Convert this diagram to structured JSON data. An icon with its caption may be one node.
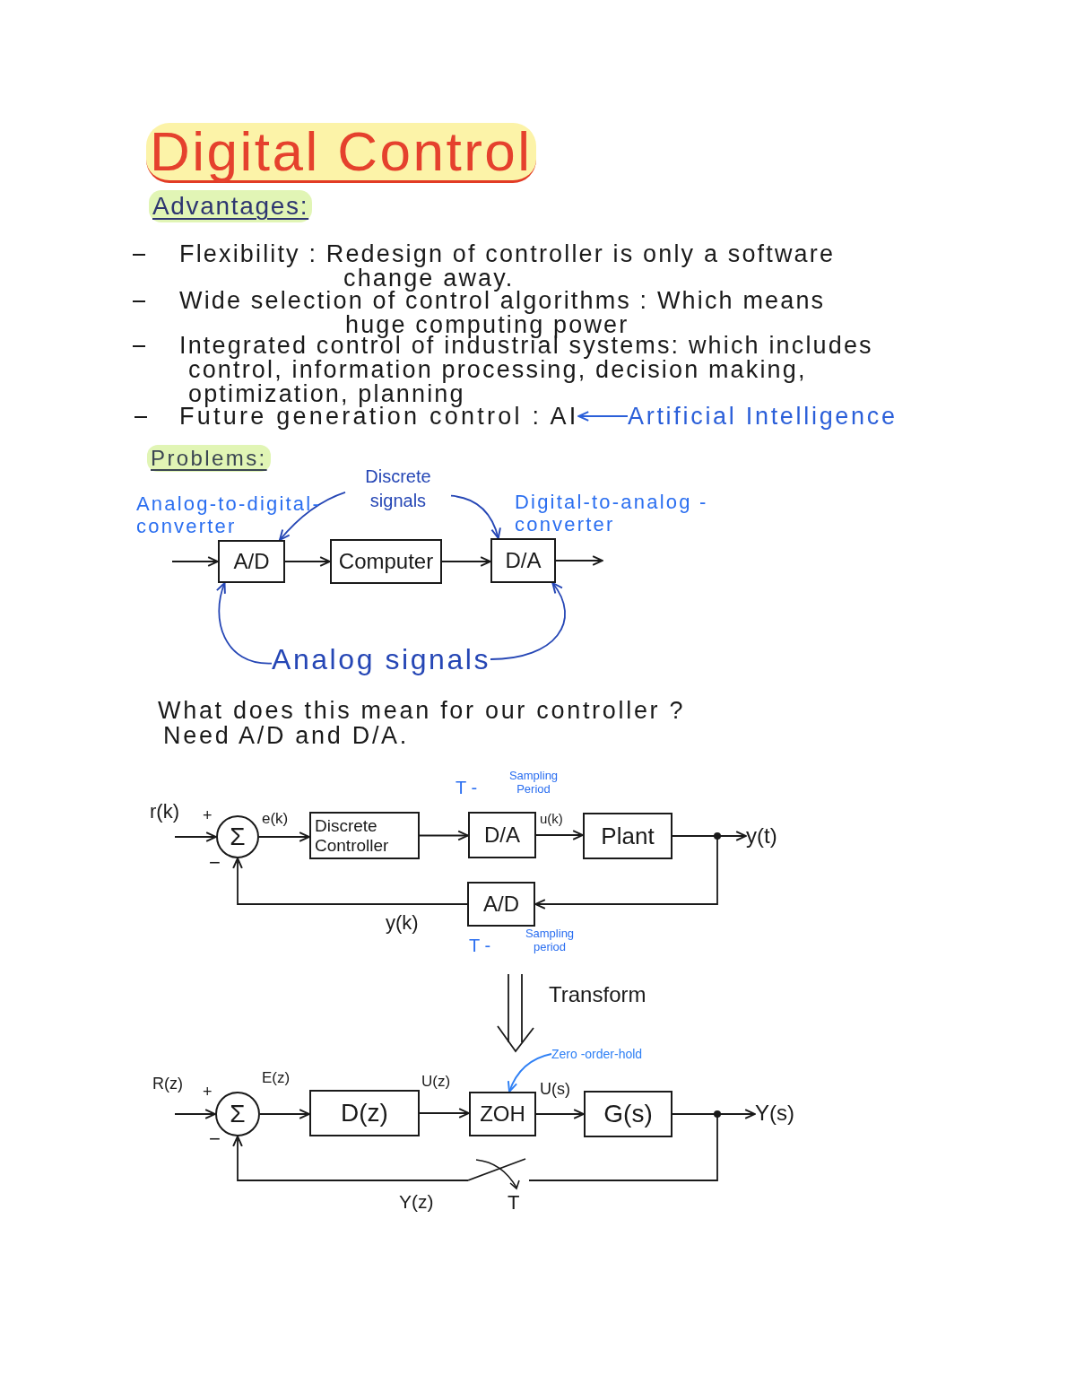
{
  "diagram": {
    "title": "Digital Control",
    "nodes": [
      {
        "text": [
          "Future generation control : AI"
        ]
      },
      {
        "text": [
          "Artificial Intelligence"
        ]
      },
      {
        "text": [
          "Discrete signals"
        ]
      },
      {
        "text": [
          "A/D"
        ],
        "beside": [
          "Analog-to-digital- converter"
        ]
      },
      {
        "text": [
          "Computer"
        ]
      },
      {
        "text": [
          "D/A"
        ],
        "beside": [
          "Digital-to-analog - converter"
        ]
      },
      {
        "text": [
          "Analog signals"
        ]
      },
      {
        "text": [
          "Σ"
        ]
      },
      {
        "text": [
          "Discrete Controller"
        ]
      },
      {
        "text": [
          "D/A"
        ],
        "beside": [
          "T -",
          "Sampling Period"
        ]
      },
      {
        "text": [
          "Plant"
        ]
      },
      {
        "text": [
          "y(t)"
        ]
      },
      {
        "text": [
          "A/D"
        ],
        "beside": [
          "T -",
          "Sampling period"
        ]
      },
      {
        "text": [
          "Zero -order-hold"
        ]
      },
      {
        "text": [
          "Σ"
        ]
      },
      {
        "text": [
          "D(z)"
        ]
      },
      {
        "text": [
          "ZOH"
        ]
      },
      {
        "text": [
          "G(s)"
        ]
      },
      {
        "text": [
          "Y(s)"
        ]
      },
      {
        "text": [],
        "shape": "switch",
        "beside": [
          "T"
        ]
      }
    ],
    "edges": [
      {
        "from": 1,
        "to": 0,
        "arrow": "to",
        "color": "#2b5fd9"
      },
      {
        "from": null,
        "to": 3,
        "arrow": "to"
      },
      {
        "from": 3,
        "to": 4,
        "arrow": "to"
      },
      {
        "from": 4,
        "to": 5,
        "arrow": "to"
      },
      {
        "from": 5,
        "to": null,
        "arrow": "to"
      },
      {
        "from": 2,
        "to": 3,
        "arrow": "to",
        "color": "#2546b5"
      },
      {
        "from": 2,
        "to": 5,
        "arrow": "to",
        "color": "#2546b5"
      },
      {
        "from": 6,
        "to": 3,
        "arrow": "to",
        "color": "#2546b5"
      },
      {
        "from": 6,
        "to": 5,
        "arrow": "to",
        "color": "#2546b5"
      },
      {
        "from": null,
        "to": 7,
        "arrow": "to",
        "label": "r(k)"
      },
      {
        "from": 7,
        "to": 8,
        "arrow": "to",
        "label": "e(k)"
      },
      {
        "from": 8,
        "to": 9,
        "arrow": "to"
      },
      {
        "from": 9,
        "to": 10,
        "arrow": "to",
        "label": "u(k)"
      },
      {
        "from": 10,
        "to": 11,
        "arrow": "to"
      },
      {
        "from": 10,
        "to": 12,
        "arrow": "to"
      },
      {
        "from": 12,
        "to": 7,
        "arrow": "to",
        "label": "y(k)"
      },
      {
        "from": 13,
        "to": 16,
        "arrow": "to",
        "color": "#2f80f5"
      },
      {
        "from": null,
        "to": 14,
        "arrow": "to",
        "label": "R(z)"
      },
      {
        "from": 14,
        "to": 15,
        "arrow": "to",
        "label": "E(z)"
      },
      {
        "from": 15,
        "to": 16,
        "arrow": "to",
        "label": "U(z)"
      },
      {
        "from": 16,
        "to": 17,
        "arrow": "to",
        "label": "U(s)"
      },
      {
        "from": 17,
        "to": 18,
        "arrow": "to"
      },
      {
        "from": 17,
        "to": 19,
        "arrow": "none"
      },
      {
        "from": 19,
        "to": 14,
        "arrow": "to",
        "label": "Y(z)"
      }
    ],
    "labels": [
      "Advantages:",
      "Flexibility : Redesign of controller is only a software change away.",
      "Wide selection of control algorithms : Which means huge computing power",
      "Integrated control of industrial systems: which includes control, information processing, decision making, optimization, planning",
      "Problems:",
      "What does this mean for our controller ?",
      "Need A/D and D/A.",
      "+",
      "−",
      "Transform",
      "+",
      "−"
    ]
  }
}
